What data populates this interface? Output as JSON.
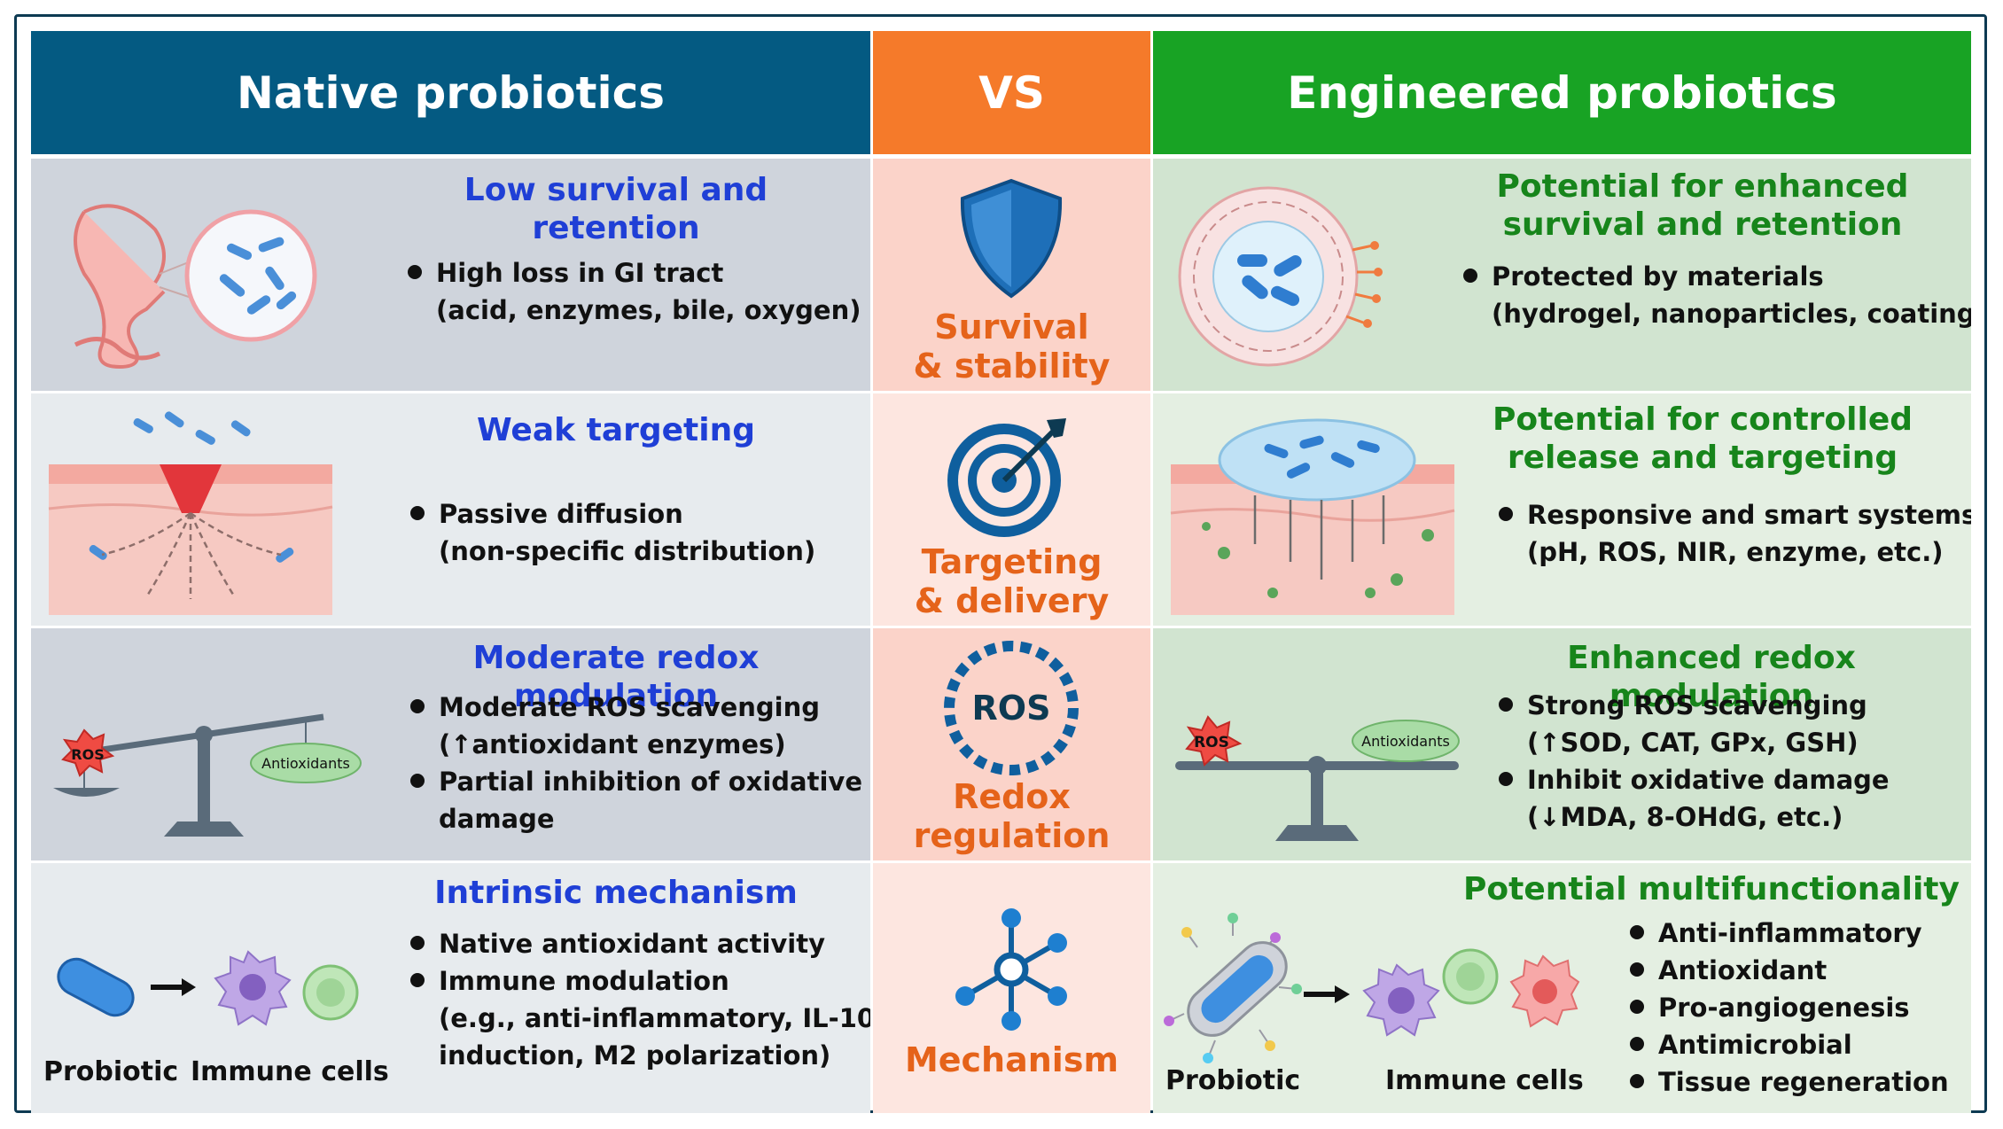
{
  "header": {
    "left": "Native probiotics",
    "middle": "VS",
    "right": "Engineered probiotics"
  },
  "rows": [
    {
      "native": {
        "title": "Low survival and retention",
        "bullets": [
          {
            "text": "High loss in GI tract",
            "sub": "(acid, enzymes, bile, oxygen)"
          }
        ]
      },
      "criterion": {
        "label": [
          "Survival",
          "& stability"
        ],
        "icon": "shield-icon"
      },
      "engineered": {
        "title": [
          "Potential for enhanced",
          "survival and retention"
        ],
        "bullets": [
          {
            "text": "Protected by materials",
            "sub": "(hydrogel, nanoparticles, coating, etc.)"
          }
        ]
      }
    },
    {
      "native": {
        "title": "Weak targeting",
        "bullets": [
          {
            "text": "Passive diffusion",
            "sub": "(non-specific distribution)"
          }
        ]
      },
      "criterion": {
        "label": [
          "Targeting",
          "& delivery"
        ],
        "icon": "target-icon"
      },
      "engineered": {
        "title": [
          "Potential for controlled",
          "release and targeting"
        ],
        "bullets": [
          {
            "text": "Responsive and smart systems",
            "sub": "(pH, ROS, NIR, enzyme, etc.)"
          }
        ]
      }
    },
    {
      "native": {
        "title": "Moderate redox modulation",
        "bullets": [
          {
            "text": "Moderate ROS scavenging",
            "sub": "(↑antioxidant enzymes)"
          },
          {
            "text": "Partial inhibition of oxidative",
            "sub": "damage"
          }
        ],
        "scale_left": "ROS",
        "scale_right": "Antioxidants"
      },
      "criterion": {
        "label": [
          "Redox",
          "regulation"
        ],
        "icon_text": "ROS",
        "icon": "ros-circle-icon"
      },
      "engineered": {
        "title": "Enhanced redox modulation",
        "bullets": [
          {
            "text": "Strong ROS scavenging",
            "sub": "(↑SOD, CAT, GPx, GSH)"
          },
          {
            "text": "Inhibit oxidative damage",
            "sub": "(↓MDA, 8-OHdG, etc.)"
          }
        ],
        "scale_left": "ROS",
        "scale_right": "Antioxidants"
      }
    },
    {
      "native": {
        "title": "Intrinsic mechanism",
        "bullets": [
          {
            "text": "Native antioxidant activity",
            "sub": ""
          },
          {
            "text": "Immune modulation",
            "sub": "(e.g., anti-inflammatory, IL-10|induction, M2 polarization)"
          }
        ],
        "caption_left": "Probiotic",
        "caption_right": "Immune cells"
      },
      "criterion": {
        "label": [
          "Mechanism"
        ],
        "icon": "network-icon"
      },
      "engineered": {
        "title": "Potential multifunctionality",
        "bullets": [
          {
            "text": "Anti-inflammatory",
            "sub": ""
          },
          {
            "text": "Antioxidant",
            "sub": ""
          },
          {
            "text": "Pro-angiogenesis",
            "sub": ""
          },
          {
            "text": "Antimicrobial",
            "sub": ""
          },
          {
            "text": "Tissue regeneration",
            "sub": ""
          }
        ],
        "caption_left": "Probiotic",
        "caption_right": "Immune cells"
      }
    }
  ],
  "colors": {
    "header_left": "#045a82",
    "header_middle": "#f57a2a",
    "header_right": "#18a324",
    "native_dark": "#cfd4dc",
    "native_light": "#e7ebee",
    "middle_dark": "#fbd3c9",
    "middle_light": "#fde6e0",
    "engineered_dark": "#d1e4d0",
    "engineered_light": "#e4efe2"
  }
}
